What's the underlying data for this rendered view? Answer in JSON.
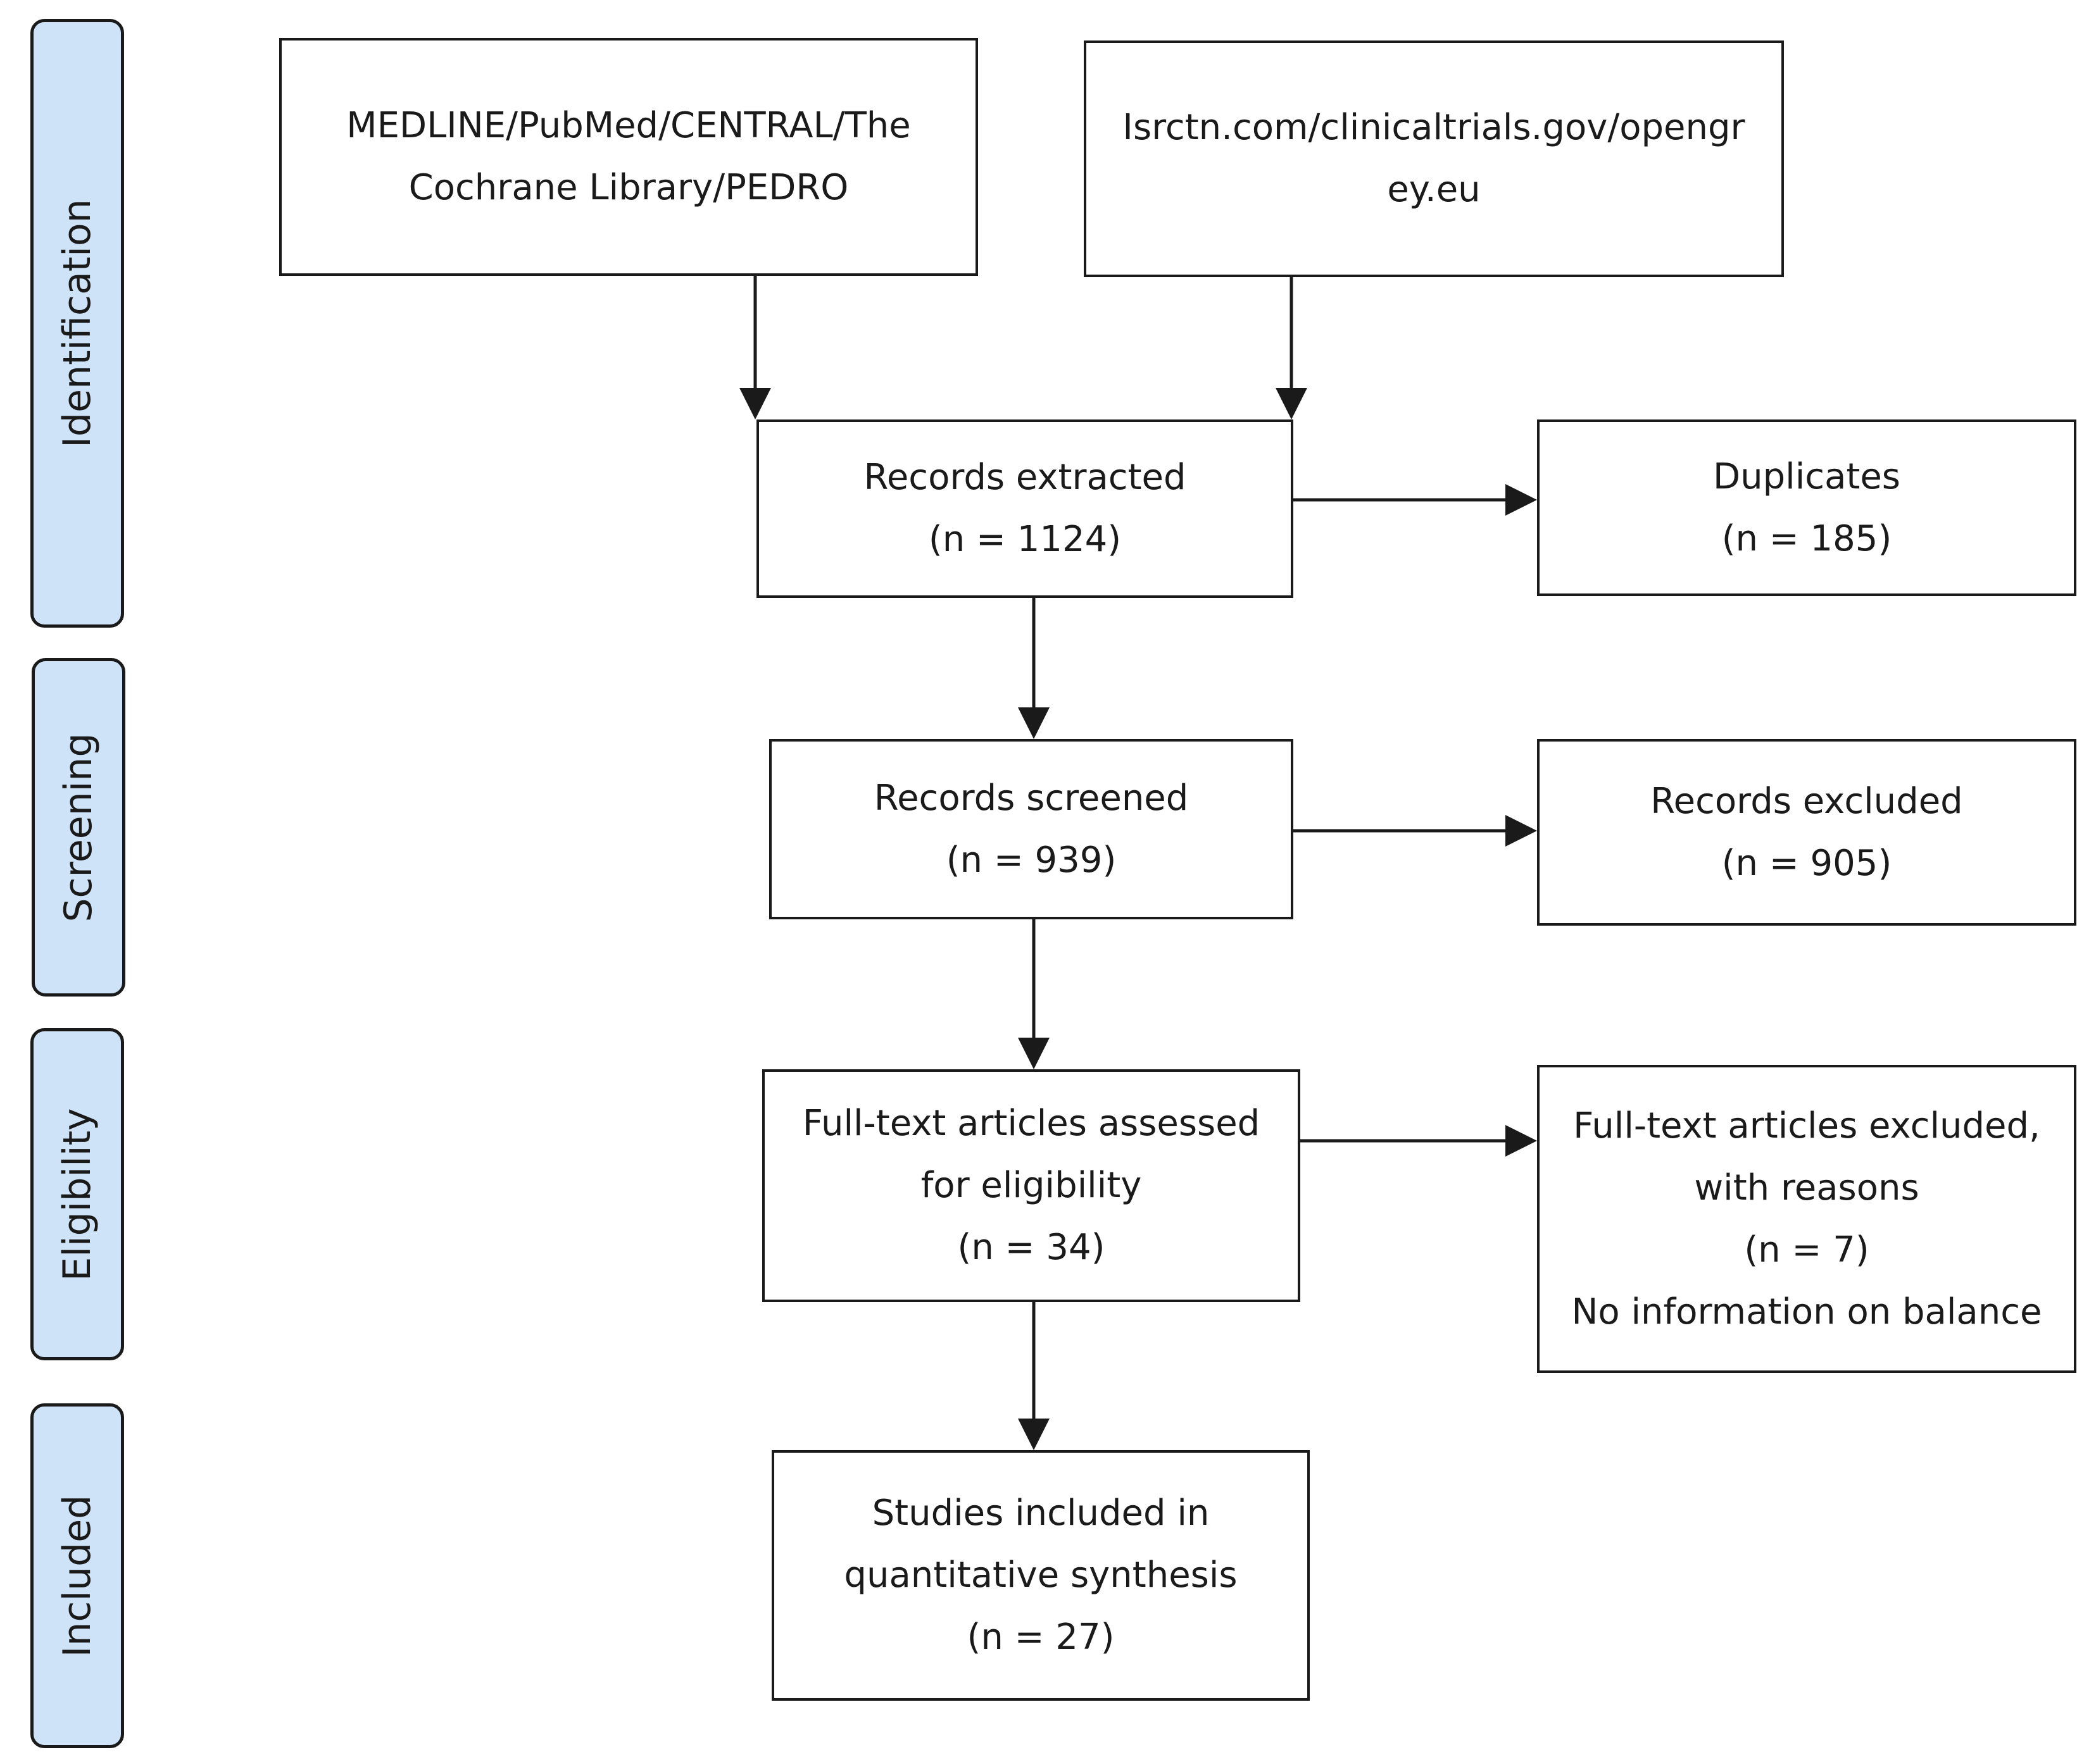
{
  "stages": {
    "identification": "Identification",
    "screening": "Screening",
    "eligibility": "Eligibility",
    "included": "Included"
  },
  "boxes": {
    "source_databases": {
      "line1": "MEDLINE/PubMed/CENTRAL/The",
      "line2": "Cochrane Library/PEDRO"
    },
    "source_registries": {
      "line1": "Isrctn.com/clinicaltrials.gov/opengr",
      "line2": "ey.eu"
    },
    "records_extracted": {
      "label": "Records extracted",
      "count": "(n = 1124)"
    },
    "duplicates": {
      "label": "Duplicates",
      "count": "(n = 185)"
    },
    "records_screened": {
      "label": "Records screened",
      "count": "(n = 939)"
    },
    "records_excluded": {
      "label": "Records excluded",
      "count": "(n = 905)"
    },
    "fulltext_assessed": {
      "line1": "Full-text articles assessed",
      "line2": "for eligibility",
      "count": "(n = 34)"
    },
    "fulltext_excluded": {
      "line1": "Full-text articles excluded,",
      "line2": "with reasons",
      "count": "(n = 7)",
      "reason": "No information on balance"
    },
    "studies_included": {
      "line1": "Studies included in",
      "line2": "quantitative synthesis",
      "count": "(n = 27)"
    }
  }
}
